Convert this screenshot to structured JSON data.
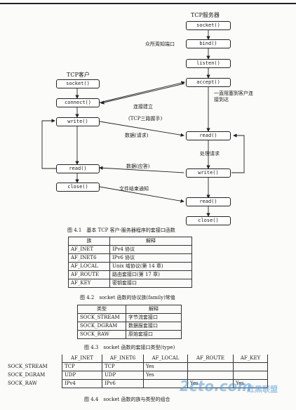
{
  "diagram": {
    "server_title": "TCP服务器",
    "client_title": "TCP客户",
    "server": [
      "socket()",
      "bind()",
      "listen()",
      "accept()",
      "read()",
      "write()",
      "read()",
      "close()"
    ],
    "client": [
      "socket()",
      "connect()",
      "write()",
      "read()",
      "close()"
    ],
    "labels": {
      "well_known_port": "众所周知端口",
      "block_until": "一直阻塞到客户连接到达",
      "conn_establish": "连接建立",
      "three_way": "(TCP三路握手)",
      "data_request": "数据(请求)",
      "process_request": "处理请求",
      "data_reply": "数据(应答)",
      "eof_notify": "文件结束通知"
    }
  },
  "fig41_caption": "图 4.1　基本 TCP 客户-服务器程序的套接口函数",
  "table42": {
    "headers": [
      "族",
      "解释"
    ],
    "rows": [
      [
        "AF_INET",
        "IPv4 协议"
      ],
      [
        "AF_INET6",
        "IPv6 协议"
      ],
      [
        "AF_LOCAL",
        "Unix 域协议(第 14 章)"
      ],
      [
        "AF_ROUTE",
        "路由套接口(第 17 章)"
      ],
      [
        "AF_KEY",
        "密钥套接口"
      ]
    ],
    "caption": "图 4.2　socket 函数的协议族(family)常值"
  },
  "table43": {
    "headers": [
      "类型",
      "解释"
    ],
    "rows": [
      [
        "SOCK_STREAM",
        "字节流套接口"
      ],
      [
        "SOCK_DGRAM",
        "数据报套接口"
      ],
      [
        "SOCK_RAW",
        "原始套接口"
      ]
    ],
    "caption": "图 4.3　socket 函数的套接口类型(type)"
  },
  "table44": {
    "headers": [
      "",
      "AF_INET",
      "AF_INET6",
      "AF_LOCAL",
      "AF_ROUTE",
      "AF_KEY"
    ],
    "rows": [
      [
        "SOCK_STREAM",
        "TCP",
        "TCP",
        "Yes",
        "",
        ""
      ],
      [
        "SOCK_DGRAM",
        "UDP",
        "UDP",
        "Yes",
        "",
        ""
      ],
      [
        "SOCK_RAW",
        "IPv4",
        "IPv6",
        "",
        "Yes",
        "Yes"
      ]
    ],
    "caption": "图 4.4　socket 函数的族与类型的组合"
  },
  "watermark": {
    "text": "2cto.com",
    "sub": "红黑联盟"
  }
}
